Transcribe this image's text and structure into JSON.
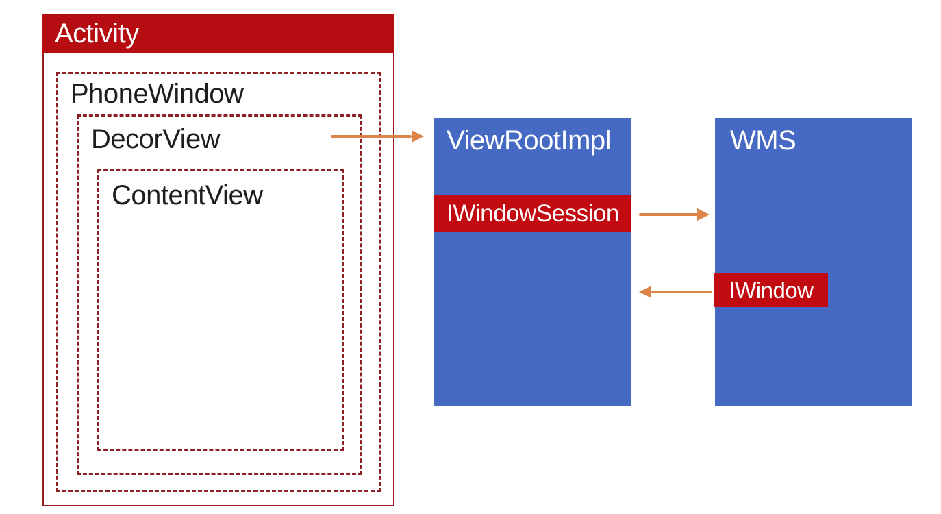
{
  "colors": {
    "header_red": "#B60D12",
    "band_red": "#C20B10",
    "dashed_border_red": "#8E2023",
    "solid_border_red": "#9A1B1E",
    "box_blue": "#4669C3",
    "arrow_orange": "#DD8449",
    "label_text": "#1E1E1E",
    "title_text_white": "#FFFFFF",
    "background": "#FFFFFF"
  },
  "nodes": {
    "activity": {
      "label": "Activity"
    },
    "phone_window": {
      "label": "PhoneWindow"
    },
    "decor_view": {
      "label": "DecorView"
    },
    "content_view": {
      "label": "ContentView"
    },
    "view_root_impl": {
      "label": "ViewRootImpl"
    },
    "iwindow_session": {
      "label": "IWindowSession"
    },
    "wms": {
      "label": "WMS"
    },
    "iwindow": {
      "label": "IWindow"
    }
  },
  "arrows": [
    {
      "id": "decorview-to-viewrootimpl",
      "from": "DecorView",
      "to": "ViewRootImpl",
      "direction": "right"
    },
    {
      "id": "iwindowsession-to-wms",
      "from": "IWindowSession",
      "to": "WMS",
      "direction": "right"
    },
    {
      "id": "iwindow-to-viewrootimpl",
      "from": "IWindow",
      "to": "ViewRootImpl",
      "direction": "left"
    }
  ]
}
